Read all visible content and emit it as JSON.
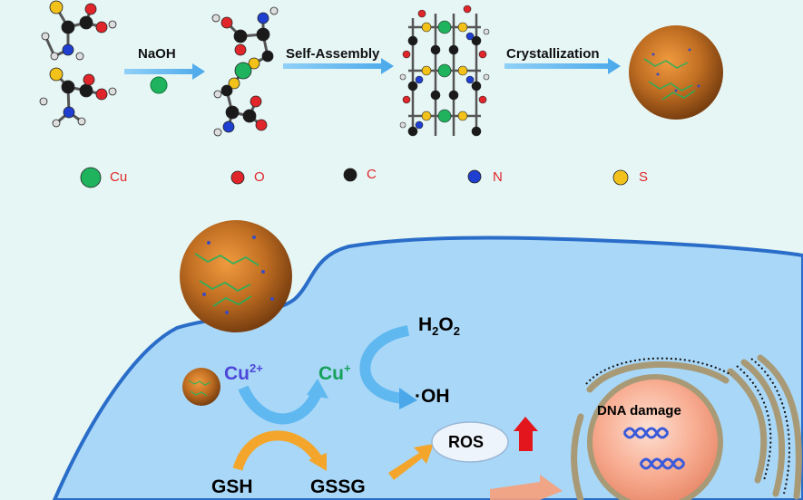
{
  "top": {
    "steps": {
      "naoh": "NaOH",
      "self_assembly": "Self-Assembly",
      "crystallization": "Crystallization"
    },
    "legend": [
      {
        "symbol": "Cu",
        "color": "#1fb35e"
      },
      {
        "symbol": "O",
        "color": "#e0262a"
      },
      {
        "symbol": "C",
        "color": "#1a1a1a"
      },
      {
        "symbol": "N",
        "color": "#1f3fd0"
      },
      {
        "symbol": "S",
        "color": "#f2c21a"
      }
    ]
  },
  "cell": {
    "cu2": {
      "base": "Cu",
      "charge": "2+"
    },
    "cu1": {
      "base": "Cu",
      "charge": "+"
    },
    "h2o2": {
      "h": "H",
      "sub1": "2",
      "o": "O",
      "sub2": "2"
    },
    "oh": "·OH",
    "ros": "ROS",
    "gsh": "GSH",
    "gssg": "GSSG",
    "dna_damage": "DNA damage"
  },
  "colors": {
    "background": "#e6f6f5",
    "cell": "#a9d7f7",
    "membrane": "#2a6dc9",
    "arrow_blue": "#5fb8f0",
    "arrow_orange": "#f3a62b",
    "nanoparticle": "#b8681f",
    "nucleus": "#f7a488",
    "up_arrow": "#e3161d"
  }
}
